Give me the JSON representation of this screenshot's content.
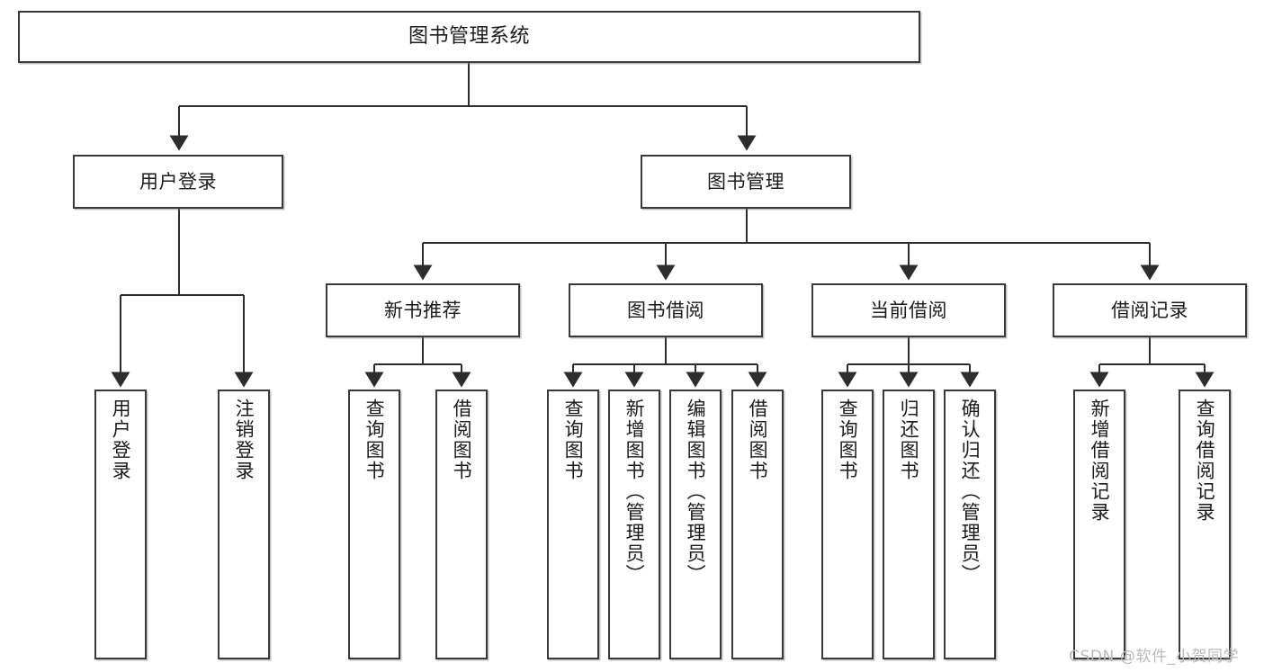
{
  "diagram": {
    "title": "图书管理系统",
    "type": "tree",
    "watermark": "CSDN @软件_小贺同学",
    "stroke_color": "#3a3a3a",
    "fill_color": "#ffffff",
    "text_color": "#1b1b1b",
    "nodes": {
      "root": {
        "label": "图书管理系统"
      },
      "level2": [
        {
          "id": "user-login",
          "label": "用户登录"
        },
        {
          "id": "book-manage",
          "label": "图书管理"
        }
      ],
      "level3": [
        {
          "id": "new-book-recommend",
          "label": "新书推荐"
        },
        {
          "id": "book-borrow",
          "label": "图书借阅"
        },
        {
          "id": "current-borrow",
          "label": "当前借阅"
        },
        {
          "id": "borrow-record",
          "label": "借阅记录"
        }
      ],
      "leaves": {
        "user-login": [
          {
            "id": "user-login-leaf",
            "label": "用户登录"
          },
          {
            "id": "logout-leaf",
            "label": "注销登录"
          }
        ],
        "new-book-recommend": [
          {
            "id": "query-book-1",
            "label": "查询图书"
          },
          {
            "id": "borrow-book-1",
            "label": "借阅图书"
          }
        ],
        "book-borrow": [
          {
            "id": "query-book-2",
            "label": "查询图书"
          },
          {
            "id": "add-book",
            "label": "新增图书（管理员）"
          },
          {
            "id": "edit-book",
            "label": "编辑图书（管理员）"
          },
          {
            "id": "borrow-book-2",
            "label": "借阅图书"
          }
        ],
        "current-borrow": [
          {
            "id": "query-book-3",
            "label": "查询图书"
          },
          {
            "id": "return-book",
            "label": "归还图书"
          },
          {
            "id": "confirm-return",
            "label": "确认归还（管理员）"
          }
        ],
        "borrow-record": [
          {
            "id": "add-borrow-record",
            "label": "新增借阅记录"
          },
          {
            "id": "query-borrow-record",
            "label": "查询借阅记录"
          }
        ]
      }
    }
  }
}
